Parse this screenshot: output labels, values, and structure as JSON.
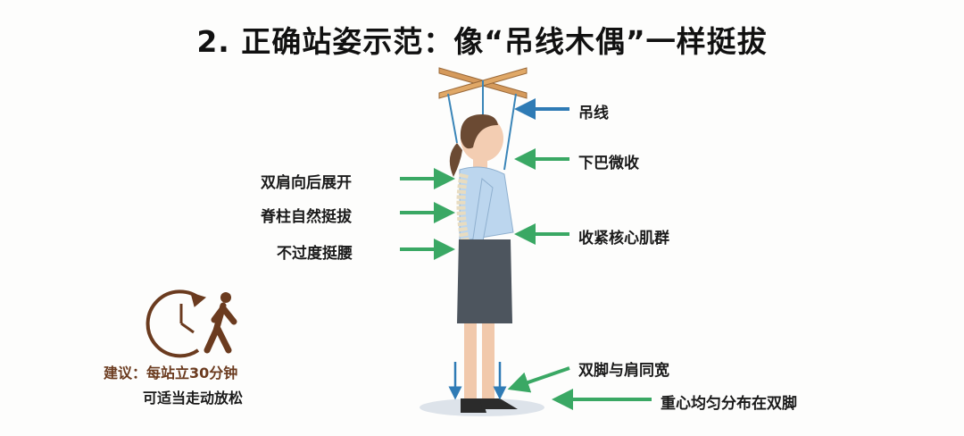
{
  "title": "2. 正确站姿示范：像“吊线木偶”一样挺拔",
  "labels_right": [
    "吊线",
    "下巴微收",
    "收紧核心肌群",
    "双脚与肩同宽",
    "重心均匀分布在双脚"
  ],
  "labels_left": [
    "双肩向后展开",
    "脊柱自然挺拔",
    "不过度挺腰"
  ],
  "tip": {
    "line1": "建议：每站立30分钟",
    "line2": "可适当走动放松"
  },
  "colors": {
    "blue_arrow": "#2f7bb5",
    "green_arrow": "#3aa864",
    "tip": "#6b3b1f"
  }
}
